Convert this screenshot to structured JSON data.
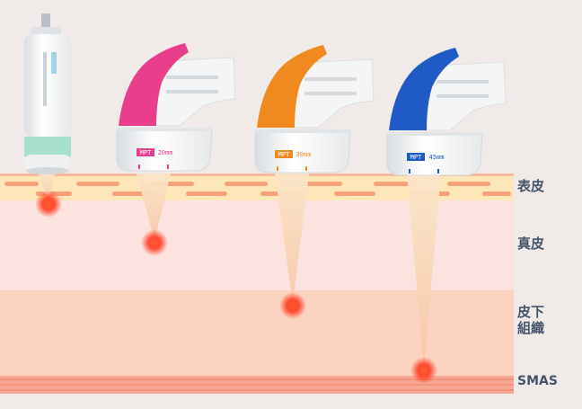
{
  "layers": {
    "epidermis": "表皮",
    "dermis": "真皮",
    "subcutaneous_line1": "皮下",
    "subcutaneous_line2": "組織",
    "smas": "SMAS"
  },
  "cartridges": [
    {
      "id": "pink",
      "badge": "MPT",
      "depth": "20mm",
      "color": "#e83e8c"
    },
    {
      "id": "orange",
      "badge": "MPT",
      "depth": "30mm",
      "color": "#f08a20"
    },
    {
      "id": "blue",
      "badge": "MPT",
      "depth": "45mm",
      "color": "#1e5bc6"
    }
  ],
  "colors": {
    "background": "#f0ebe9",
    "epidermis_band": "#fde6b8",
    "dermis": "#fde3df",
    "subcutaneous": "#fcd3c1",
    "smas": "#f7a894",
    "focal": "#ff3b1f",
    "handpiece_teal": "#a8e0cf"
  }
}
